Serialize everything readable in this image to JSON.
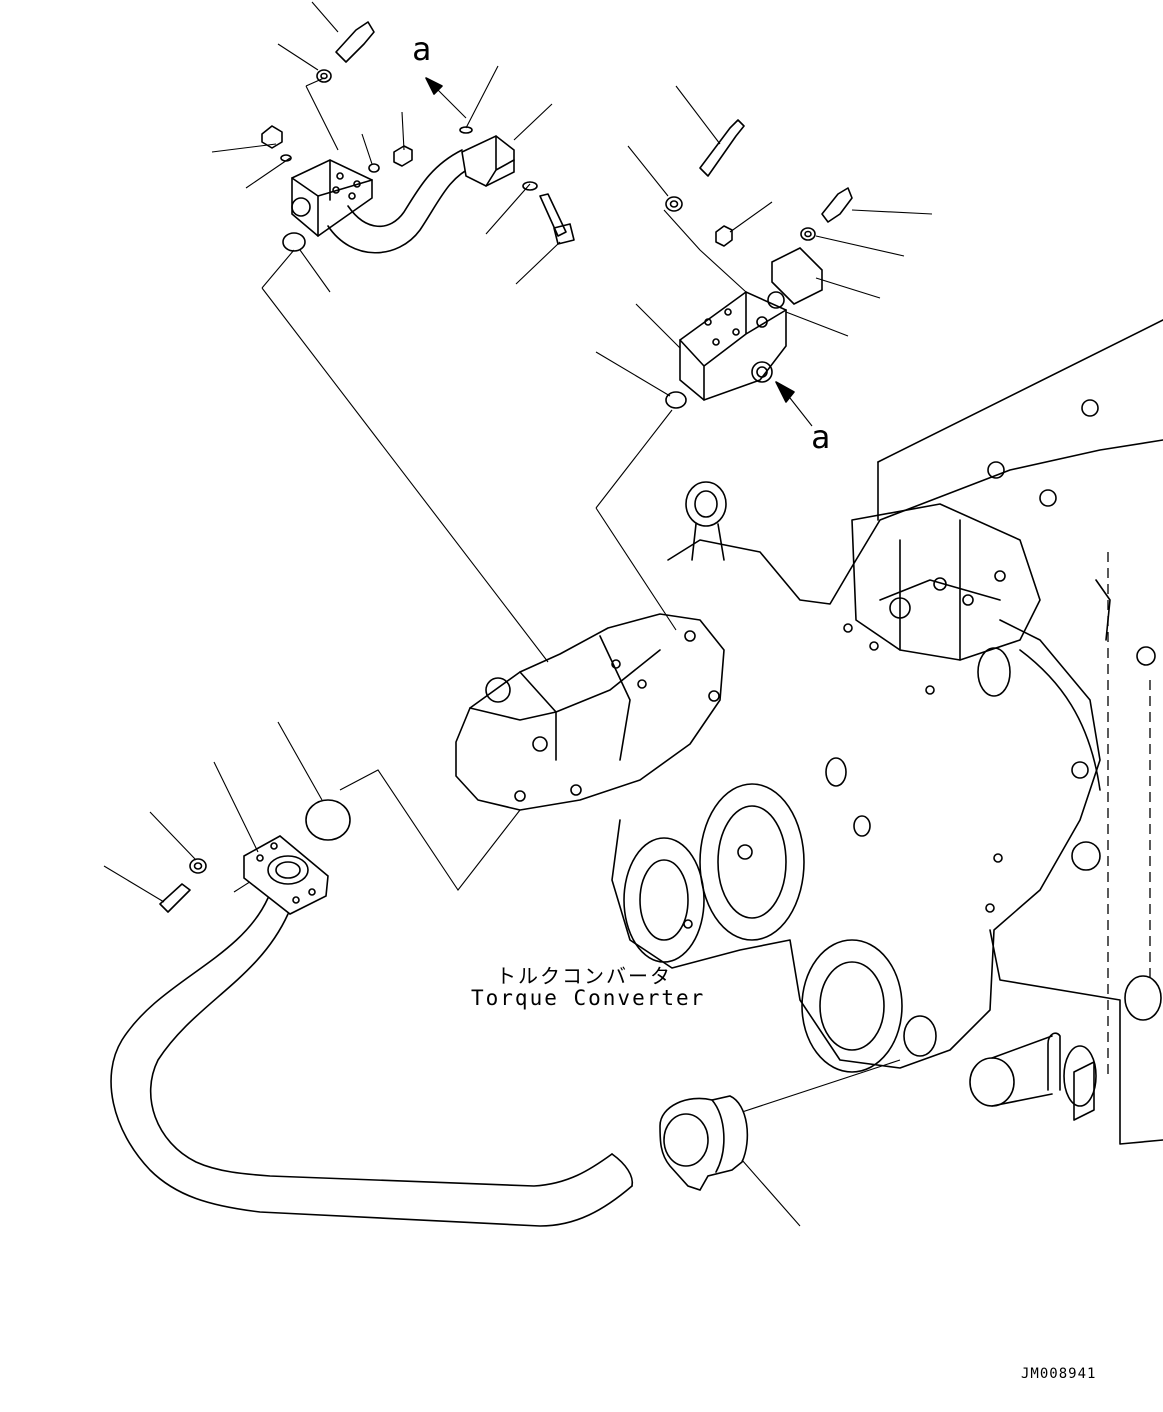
{
  "labels": {
    "view_a_top": "a",
    "view_a_right": "a",
    "component_jp": "トルクコンバータ",
    "component_en": "Torque Converter",
    "figure_id": "JM008941"
  }
}
